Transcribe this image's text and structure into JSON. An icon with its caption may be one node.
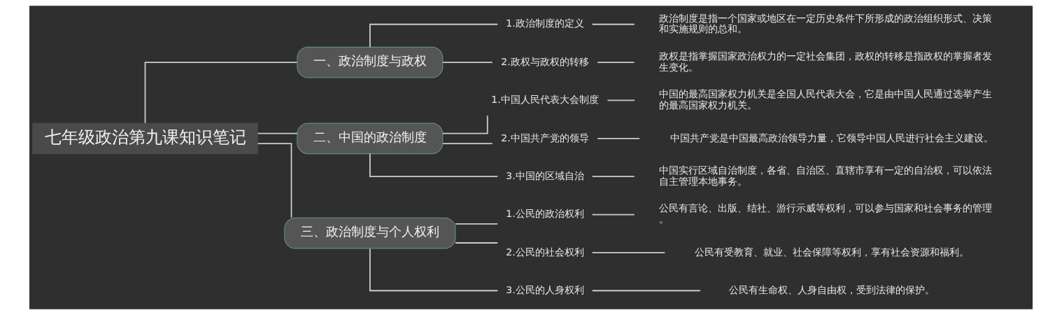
{
  "diagram": {
    "nodes": [
      {
        "text": [
          "七年级政治第九课知识笔记"
        ]
      },
      {
        "text": [
          "一、政治制度与政权"
        ]
      },
      {
        "text": [
          "1.政治制度的定义"
        ]
      },
      {
        "text": [
          "政治制度是指一个国家或地区在一定历史条件下所形成的政治组织形式、决策和实施规则的总和。"
        ]
      },
      {
        "text": [
          "2.政权与政权的转移"
        ]
      },
      {
        "text": [
          "政权是指掌握国家政治权力的一定社会集团，政权的转移是指政权的掌握者发生变化。"
        ]
      },
      {
        "text": [
          "二、中国的政治制度"
        ]
      },
      {
        "text": [
          "1.中国人民代表大会制度"
        ]
      },
      {
        "text": [
          "中国的最高国家权力机关是全国人民代表大会，它是由中国人民通过选举产生的最高国家权力机关。"
        ]
      },
      {
        "text": [
          "2.中国共产党的领导"
        ]
      },
      {
        "text": [
          "中国共产党是中国最高政治领导力量，它领导中国人民进行社会主义建设。"
        ]
      },
      {
        "text": [
          "3.中国的区域自治"
        ]
      },
      {
        "text": [
          "中国实行区域自治制度，各省、自治区、直辖市享有一定的自治权，可以依法自主管理本地事务。"
        ]
      },
      {
        "text": [
          "三、政治制度与个人权利"
        ]
      },
      {
        "text": [
          "1.公民的政治权利"
        ]
      },
      {
        "text": [
          "公民有言论、出版、结社、游行示威等权利，可以参与国家和社会事务的管理。"
        ]
      },
      {
        "text": [
          "2.公民的社会权利"
        ]
      },
      {
        "text": [
          "公民有受教育、就业、社会保障等权利，享有社会资源和福利。"
        ]
      },
      {
        "text": [
          "3.公民的人身权利"
        ]
      },
      {
        "text": [
          "公民有生命权、人身自由权，受到法律的保护。"
        ]
      }
    ],
    "edges": [
      {
        "from": 0,
        "to": 1,
        "arrow": "none"
      },
      {
        "from": 1,
        "to": 2,
        "arrow": "none"
      },
      {
        "from": 2,
        "to": 3,
        "arrow": "none"
      },
      {
        "from": 1,
        "to": 4,
        "arrow": "none"
      },
      {
        "from": 4,
        "to": 5,
        "arrow": "none"
      },
      {
        "from": 0,
        "to": 6,
        "arrow": "none"
      },
      {
        "from": 6,
        "to": 7,
        "arrow": "none"
      },
      {
        "from": 7,
        "to": 8,
        "arrow": "none"
      },
      {
        "from": 6,
        "to": 9,
        "arrow": "none"
      },
      {
        "from": 9,
        "to": 10,
        "arrow": "none"
      },
      {
        "from": 6,
        "to": 11,
        "arrow": "none"
      },
      {
        "from": 11,
        "to": 12,
        "arrow": "none"
      },
      {
        "from": 0,
        "to": 13,
        "arrow": "none"
      },
      {
        "from": 13,
        "to": 14,
        "arrow": "none"
      },
      {
        "from": 14,
        "to": 15,
        "arrow": "none"
      },
      {
        "from": 13,
        "to": 16,
        "arrow": "none"
      },
      {
        "from": 16,
        "to": 17,
        "arrow": "none"
      },
      {
        "from": 13,
        "to": 18,
        "arrow": "none"
      },
      {
        "from": 18,
        "to": 19,
        "arrow": "none"
      }
    ]
  }
}
